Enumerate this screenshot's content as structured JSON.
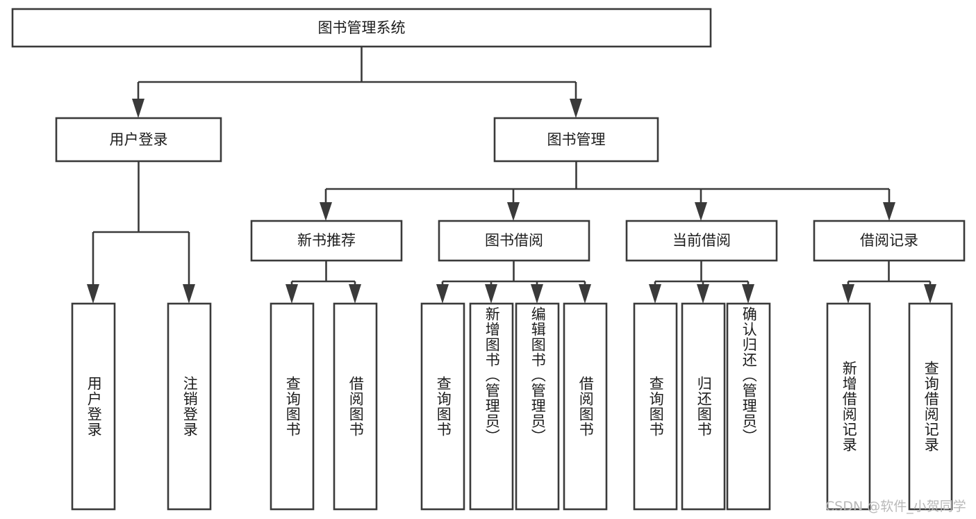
{
  "diagram": {
    "type": "tree-hierarchy",
    "title": "图书管理系统",
    "orientation": "top-down",
    "colors": {
      "box_stroke": "#3a3a3a",
      "box_fill": "#ffffff",
      "connector": "#3a3a3a",
      "text": "#1c1c1c",
      "watermark": "#b9b9b9",
      "background": "#ffffff"
    },
    "root": {
      "id": "root",
      "label": "图书管理系统",
      "orientation": "horizontal"
    },
    "level2": [
      {
        "id": "user-login",
        "label": "用户登录",
        "orientation": "horizontal"
      },
      {
        "id": "book-management",
        "label": "图书管理",
        "orientation": "horizontal"
      }
    ],
    "level3": [
      {
        "id": "new-book-recommend",
        "label": "新书推荐",
        "orientation": "horizontal",
        "parent": "book-management"
      },
      {
        "id": "book-borrow",
        "label": "图书借阅",
        "orientation": "horizontal",
        "parent": "book-management"
      },
      {
        "id": "current-borrow",
        "label": "当前借阅",
        "orientation": "horizontal",
        "parent": "book-management"
      },
      {
        "id": "borrow-record",
        "label": "借阅记录",
        "orientation": "horizontal",
        "parent": "book-management"
      }
    ],
    "leaves": [
      {
        "id": "leaf-user-login",
        "label": "用户登录",
        "orientation": "vertical",
        "parent": "user-login"
      },
      {
        "id": "leaf-logout-login",
        "label": "注销登录",
        "orientation": "vertical",
        "parent": "user-login"
      },
      {
        "id": "leaf-query-book-1",
        "label": "查询图书",
        "orientation": "vertical",
        "parent": "new-book-recommend"
      },
      {
        "id": "leaf-borrow-book-1",
        "label": "借阅图书",
        "orientation": "vertical",
        "parent": "new-book-recommend"
      },
      {
        "id": "leaf-query-book-2",
        "label": "查询图书",
        "orientation": "vertical",
        "parent": "book-borrow"
      },
      {
        "id": "leaf-add-book",
        "label": "新增图书（管理员）",
        "orientation": "vertical",
        "parent": "book-borrow"
      },
      {
        "id": "leaf-edit-book",
        "label": "编辑图书（管理员）",
        "orientation": "vertical",
        "parent": "book-borrow"
      },
      {
        "id": "leaf-borrow-book-2",
        "label": "借阅图书",
        "orientation": "vertical",
        "parent": "book-borrow"
      },
      {
        "id": "leaf-query-book-3",
        "label": "查询图书",
        "orientation": "vertical",
        "parent": "current-borrow"
      },
      {
        "id": "leaf-return-book",
        "label": "归还图书",
        "orientation": "vertical",
        "parent": "current-borrow"
      },
      {
        "id": "leaf-confirm-return",
        "label": "确认归还（管理员）",
        "orientation": "vertical",
        "parent": "current-borrow"
      },
      {
        "id": "leaf-add-record",
        "label": "新增借阅记录",
        "orientation": "vertical",
        "parent": "borrow-record"
      },
      {
        "id": "leaf-query-record",
        "label": "查询借阅记录",
        "orientation": "vertical",
        "parent": "borrow-record"
      }
    ],
    "watermark": "CSDN @软件_小贺同学"
  }
}
